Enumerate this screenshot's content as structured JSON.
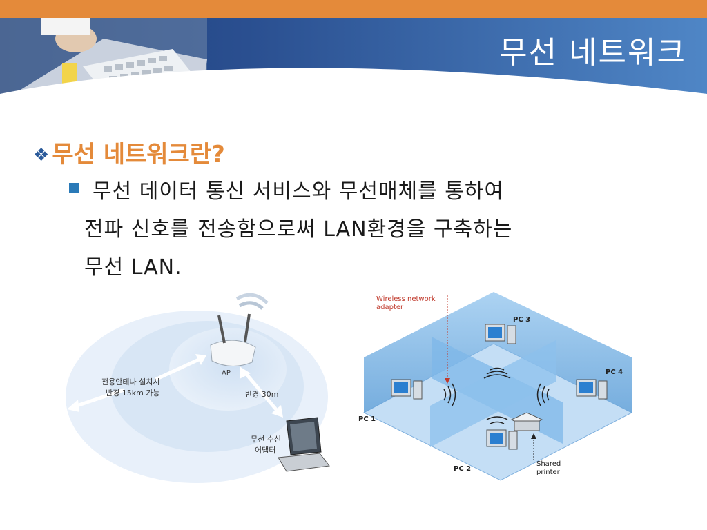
{
  "slide": {
    "title": "무선 네트워크",
    "heading": "무선 네트워크란?",
    "body_lines": [
      "무선 데이터 통신 서비스와 무선매체를 통하여",
      "전파 신호를 전송함으로써 LAN환경을 구축하는",
      "무선 LAN."
    ]
  },
  "left_diagram": {
    "antenna_label_line1": "전용안테나 설치시",
    "antenna_label_line2": "반경 15km 가능",
    "ap_label": "AP",
    "radius_label": "반경 30m",
    "adapter_label_line1": "무선 수신",
    "adapter_label_line2": "어댑터"
  },
  "right_diagram": {
    "adapter_label_line1": "Wireless network",
    "adapter_label_line2": "adapter",
    "pc1": "PC 1",
    "pc2": "PC 2",
    "pc3": "PC 3",
    "pc4": "PC 4",
    "printer_line1": "Shared",
    "printer_line2": "printer"
  },
  "colors": {
    "top_bar": "#e48a3a",
    "header_blue": "#2f5f9f",
    "heading_orange": "#e48a3a",
    "bullet_blue": "#2a7ab8"
  }
}
